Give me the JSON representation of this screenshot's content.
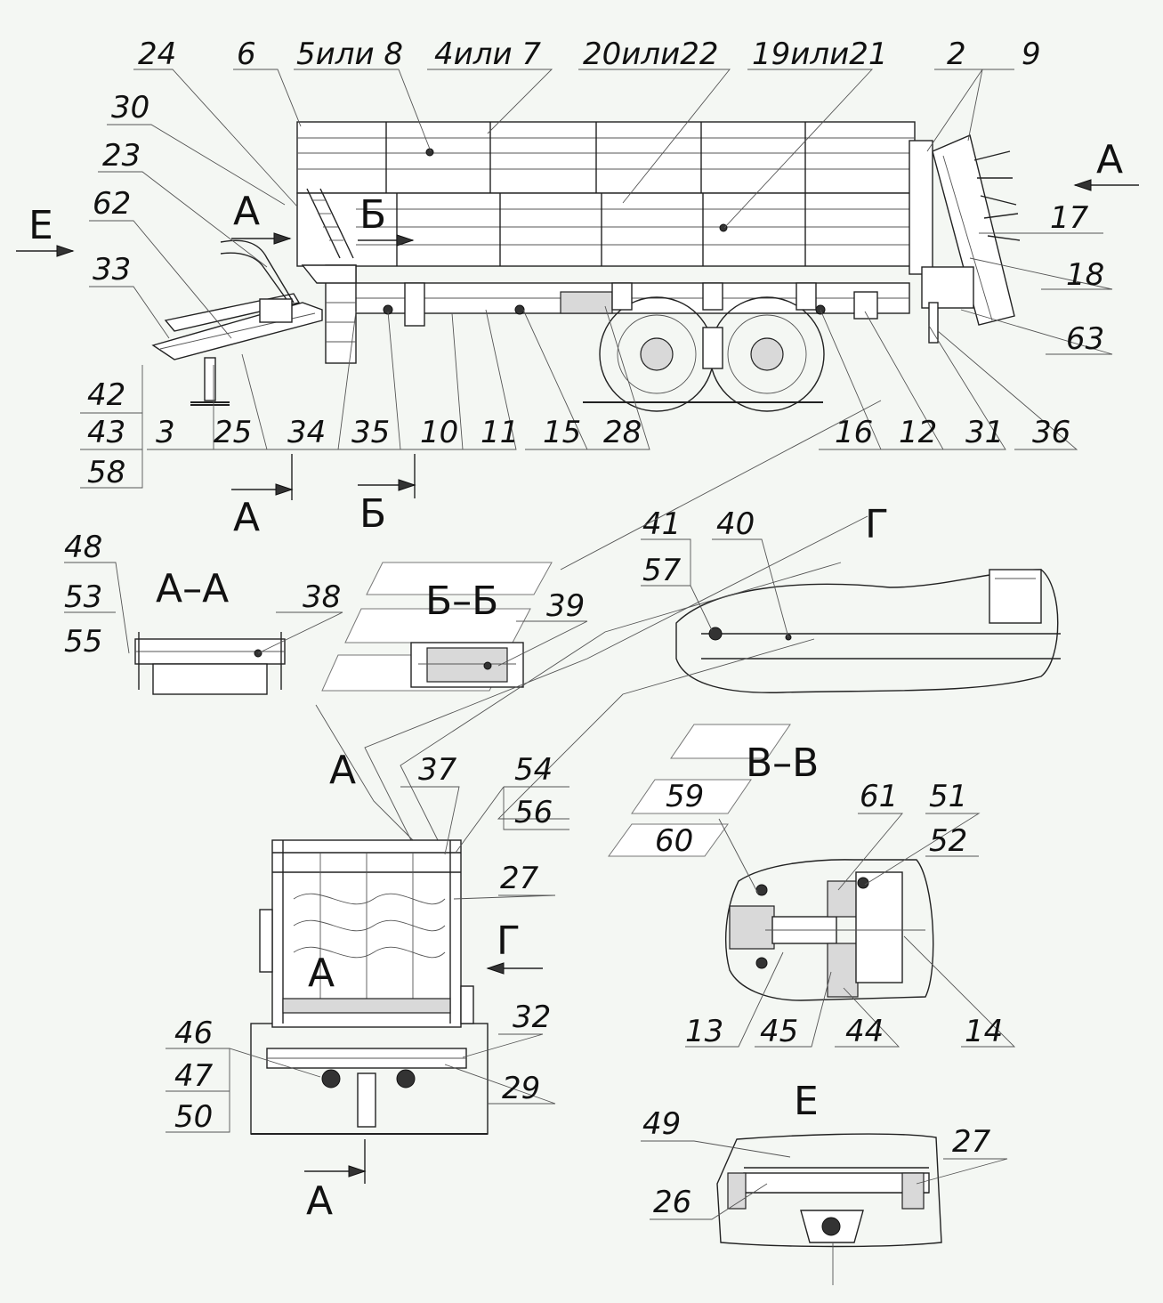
{
  "title": "",
  "callouts": {
    "main_top": [
      "24",
      "6",
      "5или 8",
      "4или 7",
      "20или22",
      "19или21",
      "2",
      "9"
    ],
    "main_left": [
      "30",
      "23",
      "62",
      "33"
    ],
    "main_right": [
      "17",
      "18",
      "63"
    ],
    "main_bottom": [
      "42",
      "43",
      "58",
      "3",
      "25",
      "34",
      "35",
      "10",
      "11",
      "15",
      "28",
      "16",
      "12",
      "31",
      "36"
    ],
    "section_aa": [
      "48",
      "53",
      "55",
      "38"
    ],
    "section_bb": [
      "39"
    ],
    "view_g": [
      "41",
      "57",
      "40"
    ],
    "rear_view": [
      "37",
      "54",
      "56",
      "27",
      "32",
      "29",
      "46",
      "47",
      "50"
    ],
    "section_vv": [
      "59",
      "60",
      "61",
      "51",
      "52",
      "13",
      "45",
      "44",
      "14"
    ],
    "view_e": [
      "49",
      "27",
      "26"
    ]
  },
  "view_letters": {
    "A": "А",
    "B": "Б",
    "V": "В",
    "G": "Г",
    "E": "Е"
  },
  "section_titles": {
    "aa": "А–А",
    "bb": "Б–Б",
    "vv": "В–В",
    "view_g": "Г",
    "view_e": "Е",
    "rear_a": "А"
  }
}
